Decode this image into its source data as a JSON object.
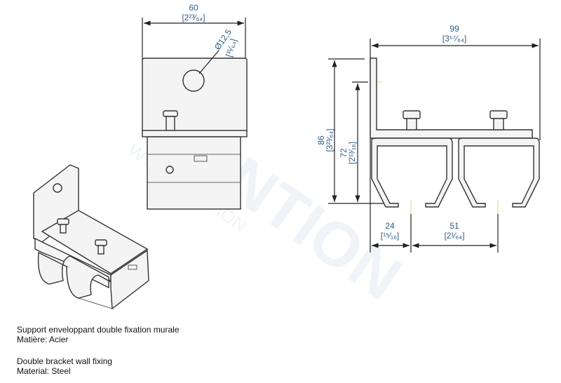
{
  "watermark": {
    "brand": "MANTION",
    "url": "WWW.MANTION"
  },
  "front_view": {
    "width": "60",
    "width_in": "[2²³⁄₆₄]",
    "hole": "Ø12,5",
    "hole_in": "[³¹⁄₆₄]"
  },
  "side_view": {
    "width": "99",
    "width_in": "[3⁵⁷⁄₆₄]",
    "height": "86",
    "height_in": "[3²³⁄₆₄]",
    "rail_height": "72",
    "rail_height_in": "[2¹³⁄₁₆]",
    "offset": "24",
    "offset_in": "[¹⁵⁄₁₆]",
    "spacing": "51",
    "spacing_in": "[2¹⁄₆₄]"
  },
  "captions": [
    {
      "line1": "Support enveloppant double fixation murale",
      "line2": "Matière: Acier"
    },
    {
      "line1": "Double bracket wall fixing",
      "line2": "Material: Steel"
    }
  ]
}
